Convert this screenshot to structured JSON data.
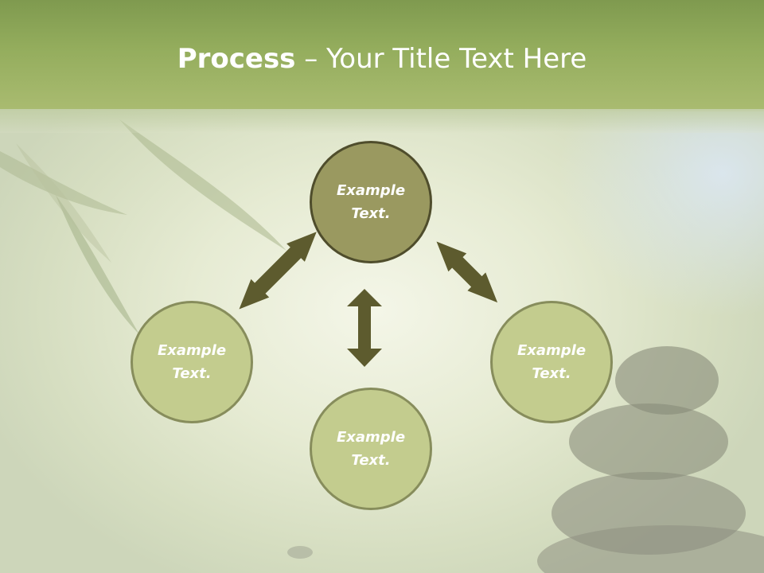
{
  "title": {
    "bold": "Process",
    "rest": " – Your Title Text Here"
  },
  "nodes": {
    "center": "Example\nText.",
    "left": "Example\nText.",
    "right": "Example\nText.",
    "bottom": "Example\nText."
  },
  "colors": {
    "header": "#94ad5d",
    "center_fill": "#9a9960",
    "center_border": "#4f4d2c",
    "node_fill": "#c3cc8e",
    "node_border": "#878d5c",
    "arrow": "#5d5b2e"
  }
}
